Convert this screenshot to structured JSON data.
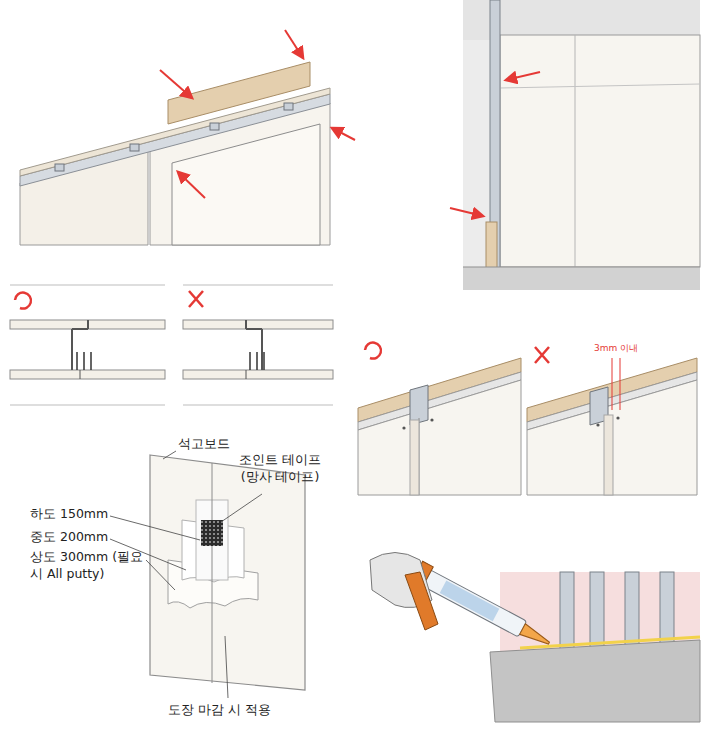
{
  "diagram": {
    "labels": [
      "석고보드",
      "조인트 테이프 (망사 테이프)",
      "하도 150mm",
      "중도 200mm",
      "상도 300mm (필요시 All putty)",
      "도장 마감 시 적용",
      "3mm 이내"
    ]
  }
}
